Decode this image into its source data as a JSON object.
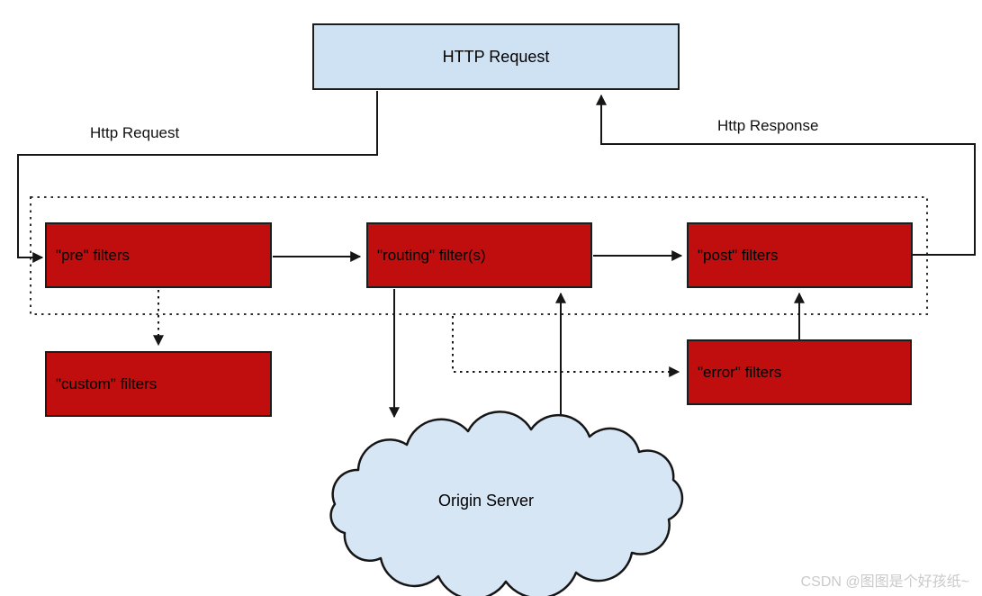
{
  "diagram": {
    "nodes": {
      "http_request": "HTTP Request",
      "pre_filters": "\"pre\" filters",
      "routing_filters": "\"routing\" filter(s)",
      "post_filters": "\"post\" filters",
      "custom_filters": "\"custom\" filters",
      "error_filters": "\"error\" filters",
      "origin_server": "Origin Server"
    },
    "edge_labels": {
      "http_request": "Http Request",
      "http_response": "Http Response"
    },
    "watermark": "CSDN @图图是个好孩纸~",
    "colors": {
      "node_blue": "#cfe2f3",
      "cloud_blue": "#d7e6f5",
      "filter_red": "#c00d0d",
      "line": "#161616",
      "watermark_gray": "#cacaca"
    }
  }
}
